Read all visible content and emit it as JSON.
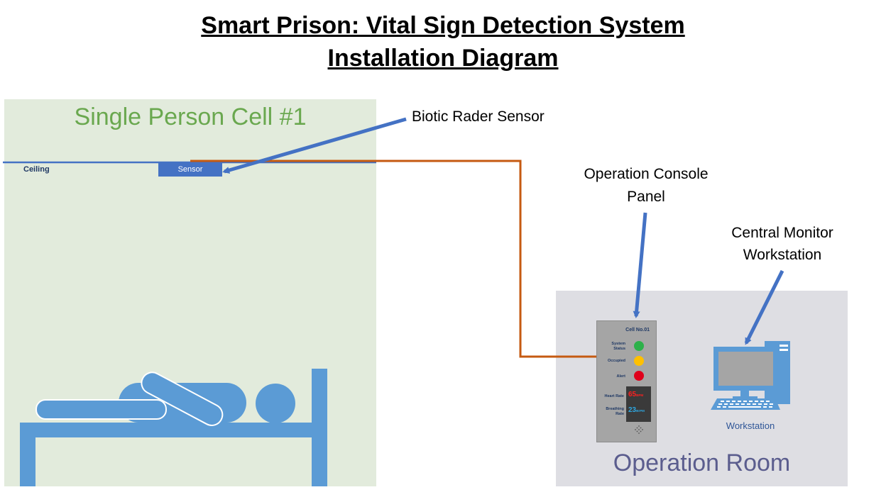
{
  "title": {
    "line1": "Smart Prison: Vital Sign Detection System",
    "line2": "Installation Diagram"
  },
  "cell": {
    "title": "Single Person Cell #1",
    "ceiling_label": "Ceiling",
    "sensor_label": "Sensor"
  },
  "callouts": {
    "sensor": "Biotic Rader Sensor",
    "console_line1": "Operation Console",
    "console_line2": "Panel",
    "monitor_line1": "Central Monitor",
    "monitor_line2": "Workstation"
  },
  "room": {
    "title": "Operation Room",
    "workstation_label": "Workstation"
  },
  "panel": {
    "cell_no": "Cell No.01",
    "system_status_1": "System",
    "system_status_2": "Status",
    "occupied": "Occupied",
    "alert": "Alert",
    "heart_rate": "Heart Rate",
    "heart_value": "65",
    "heart_unit": "BPM",
    "breathing_1": "Breathing",
    "breathing_2": "Rate",
    "breathing_value": "23",
    "breathing_unit": "BrPM"
  },
  "colors": {
    "cell_bg": "#e2ebdc",
    "room_bg": "#dedee3",
    "accent_blue": "#5b9bd5",
    "arrow_blue": "#4472c4",
    "cable": "#c55a11",
    "led_green": "#2db14a",
    "led_yellow": "#ffc000",
    "led_red": "#e0001b"
  }
}
